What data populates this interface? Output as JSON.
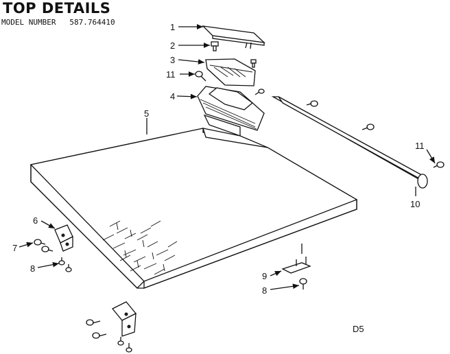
{
  "header": {
    "title": "TOP DETAILS",
    "model_label": "MODEL NUMBER",
    "model_number": "587.764410"
  },
  "callouts": {
    "c1": "1",
    "c2": "2",
    "c3": "3",
    "c11a": "11",
    "c4": "4",
    "c5": "5",
    "c11b": "11",
    "c10": "10",
    "c6": "6",
    "c7": "7",
    "c8a": "8",
    "c9": "9",
    "c8b": "8"
  },
  "page_code": "D5"
}
